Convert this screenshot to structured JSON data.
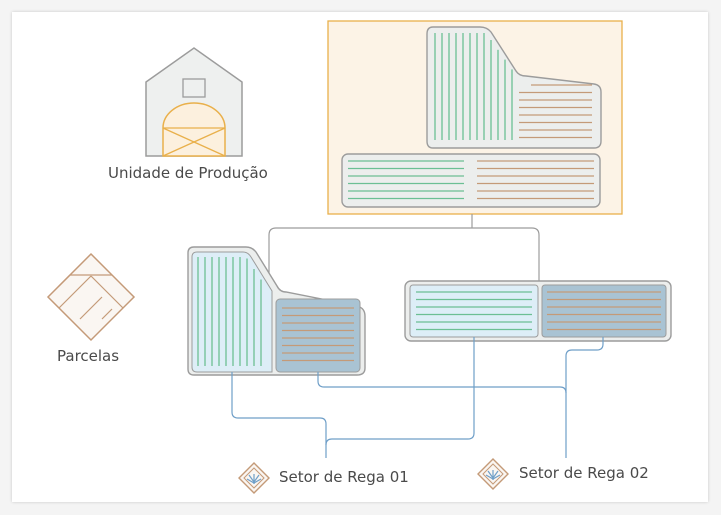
{
  "labels": {
    "production_unit": "Unidade de Produção",
    "plots": "Parcelas",
    "sector_1": "Setor de Rega 01",
    "sector_2": "Setor de Rega 02"
  },
  "colors": {
    "orange": "#e9b04b",
    "orange_fill": "#fcf3e6",
    "green": "#6cbf94",
    "brown": "#c49a78",
    "blue_line": "#6f9fc8",
    "gray_line": "#9c9c9c",
    "plot_fill": "#eceeed",
    "light_blue": "#ddeef7",
    "steel_blue": "#a9c3d3"
  }
}
